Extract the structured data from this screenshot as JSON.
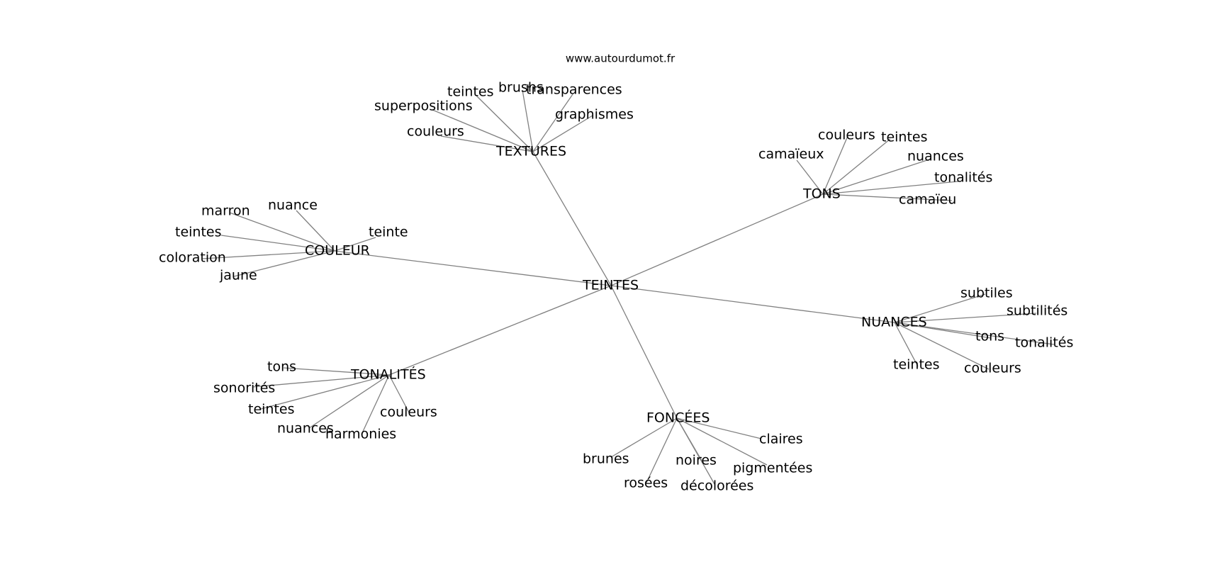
{
  "site": "www.autourdumot.fr",
  "center": "TEINTES",
  "clusters": [
    {
      "label": "TEXTURES",
      "words": [
        "couleurs",
        "superpositions",
        "teintes",
        "brushs",
        "transparences",
        "graphismes"
      ]
    },
    {
      "label": "TONS",
      "words": [
        "camaïeux",
        "couleurs",
        "teintes",
        "nuances",
        "tonalités",
        "camaïeu"
      ]
    },
    {
      "label": "COULEUR",
      "words": [
        "marron",
        "nuance",
        "teinte",
        "teintes",
        "coloration",
        "jaune"
      ]
    },
    {
      "label": "NUANCES",
      "words": [
        "subtiles",
        "subtilités",
        "tons",
        "tonalités",
        "teintes",
        "couleurs"
      ]
    },
    {
      "label": "TONALITÉS",
      "words": [
        "tons",
        "sonorités",
        "teintes",
        "nuances",
        "harmonies",
        "couleurs"
      ]
    },
    {
      "label": "FONCÉES",
      "words": [
        "claires",
        "pigmentées",
        "noires",
        "décolorées",
        "rosées",
        "brunes"
      ]
    }
  ]
}
